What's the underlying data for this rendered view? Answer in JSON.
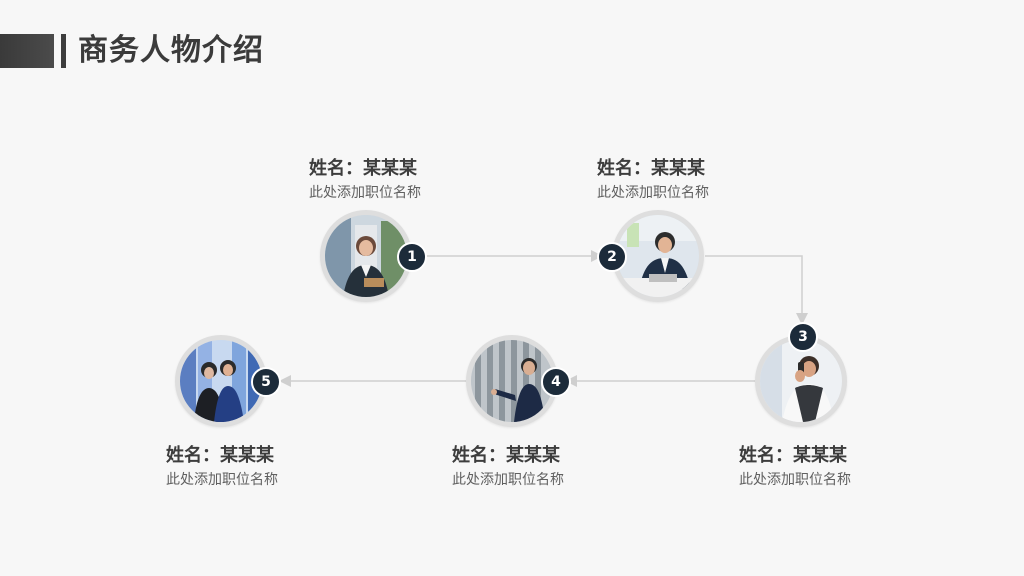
{
  "page": {
    "title": "商务人物介绍"
  },
  "people": [
    {
      "index": "1",
      "name": "姓名：某某某",
      "role": "此处添加职位名称",
      "photo_icon": "businesswoman-portrait-icon"
    },
    {
      "index": "2",
      "name": "姓名：某某某",
      "role": "此处添加职位名称",
      "photo_icon": "businessman-at-desk-icon"
    },
    {
      "index": "3",
      "name": "姓名：某某某",
      "role": "此处添加职位名称",
      "photo_icon": "man-on-phone-icon"
    },
    {
      "index": "4",
      "name": "姓名：某某某",
      "role": "此处添加职位名称",
      "photo_icon": "businessman-at-door-icon"
    },
    {
      "index": "5",
      "name": "姓名：某某某",
      "role": "此处添加职位名称",
      "photo_icon": "business-team-icon"
    }
  ],
  "colors": {
    "title": "#3b3b3b",
    "badge": "#1c2b3a",
    "connector": "#cfcfcf",
    "ring": "#dedede",
    "background": "#f7f7f7"
  }
}
